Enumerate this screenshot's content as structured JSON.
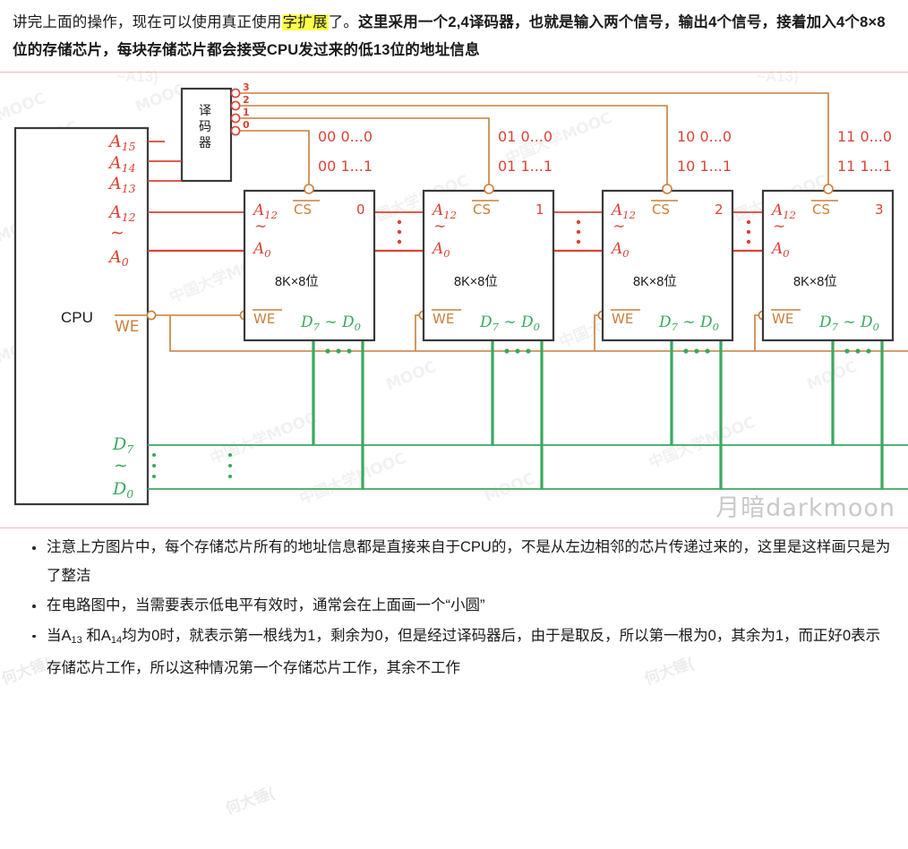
{
  "intro": {
    "line1_a": "讲完上面的操作，现在可以使用真正使用",
    "line1_hl": "字扩展",
    "line1_b": "了。",
    "line1_bold": "这里采用一个2,4译码器，也就是输入两个信",
    "line2_bold": "号，输出4个信号，接着加入4个8×8位的存储芯片，每块存储芯片都会接受CPU发过来的低13位的",
    "line3_bold": "地址信息"
  },
  "figure": {
    "cpu_label": "CPU",
    "decoder_label": "译码器",
    "decoder_outputs": [
      "3",
      "2",
      "1",
      "0"
    ],
    "cpu_pins": {
      "a15": "A",
      "a15_sub": "15",
      "a14": "A",
      "a14_sub": "14",
      "a13": "A",
      "a13_sub": "13",
      "a12": "A",
      "a12_sub": "12",
      "tilde": "∼",
      "a0": "A",
      "a0_sub": "0",
      "we": "WE",
      "d7": "D",
      "d7_sub": "7",
      "d0": "D",
      "d0_sub": "0"
    },
    "chip_size_label": "8K×8位",
    "chip_cs_label": "CS",
    "chip_we_label": "WE",
    "chip_addr_hi": "A",
    "chip_addr_hi_sub": "12",
    "chip_addr_lo": "A",
    "chip_addr_lo_sub": "0",
    "chip_data_hi": "D",
    "chip_data_hi_sub": "7",
    "chip_data_lo": "D",
    "chip_data_lo_sub": "0",
    "chips": [
      {
        "index": "0",
        "addr_top": "00 0...0",
        "addr_bot": "00 1...1"
      },
      {
        "index": "1",
        "addr_top": "01 0...0",
        "addr_bot": "01 1...1"
      },
      {
        "index": "2",
        "addr_top": "10 0...0",
        "addr_bot": "10 1...1"
      },
      {
        "index": "3",
        "addr_top": "11 0...0",
        "addr_bot": "11 1...1"
      }
    ],
    "watermark_signature": "月暗darkmoon",
    "watermark_mooc": "中国大学MOOC",
    "watermark_mooc_short": "MOOC",
    "watermark_clip": "~A13)",
    "watermark_bullet": "何大锤(",
    "colors": {
      "address_red": "#d94436",
      "control_orange": "#c87f3a",
      "data_green": "#3aa85f",
      "box_dark": "#3a3a3a",
      "highlight_yellow": "#ffff4d"
    }
  },
  "bullets": [
    "注意上方图片中，每个存储芯片所有的地址信息都是直接来自于CPU的，不是从左边相邻的芯片传递过来的，这里是这样画只是为了整洁",
    "在电路图中，当需要表示低电平有效时，通常会在上面画一个“小圆”",
    "当A13 和A14 均为0时，就表示第一根线为1，剩余为0，但是经过译码器后，由于是取反，所以第一根为0，其余为1，而正好0表示存储芯片工作，所以这种情况第一个存储芯片工作，其余不工作"
  ],
  "bullet3_parts": {
    "p1": "当A",
    "s1": "13",
    "p2": " 和A",
    "s2": "14",
    "p3": "均为0时，就表示第一根线为1，剩余为0，但是经过译码器后，由于是取反，所以第",
    "p4": "一根为0，其余为1，而正好0表示存储芯片工作，所以这种情况第一个存储芯片工作，其余不工",
    "p5": "作"
  }
}
